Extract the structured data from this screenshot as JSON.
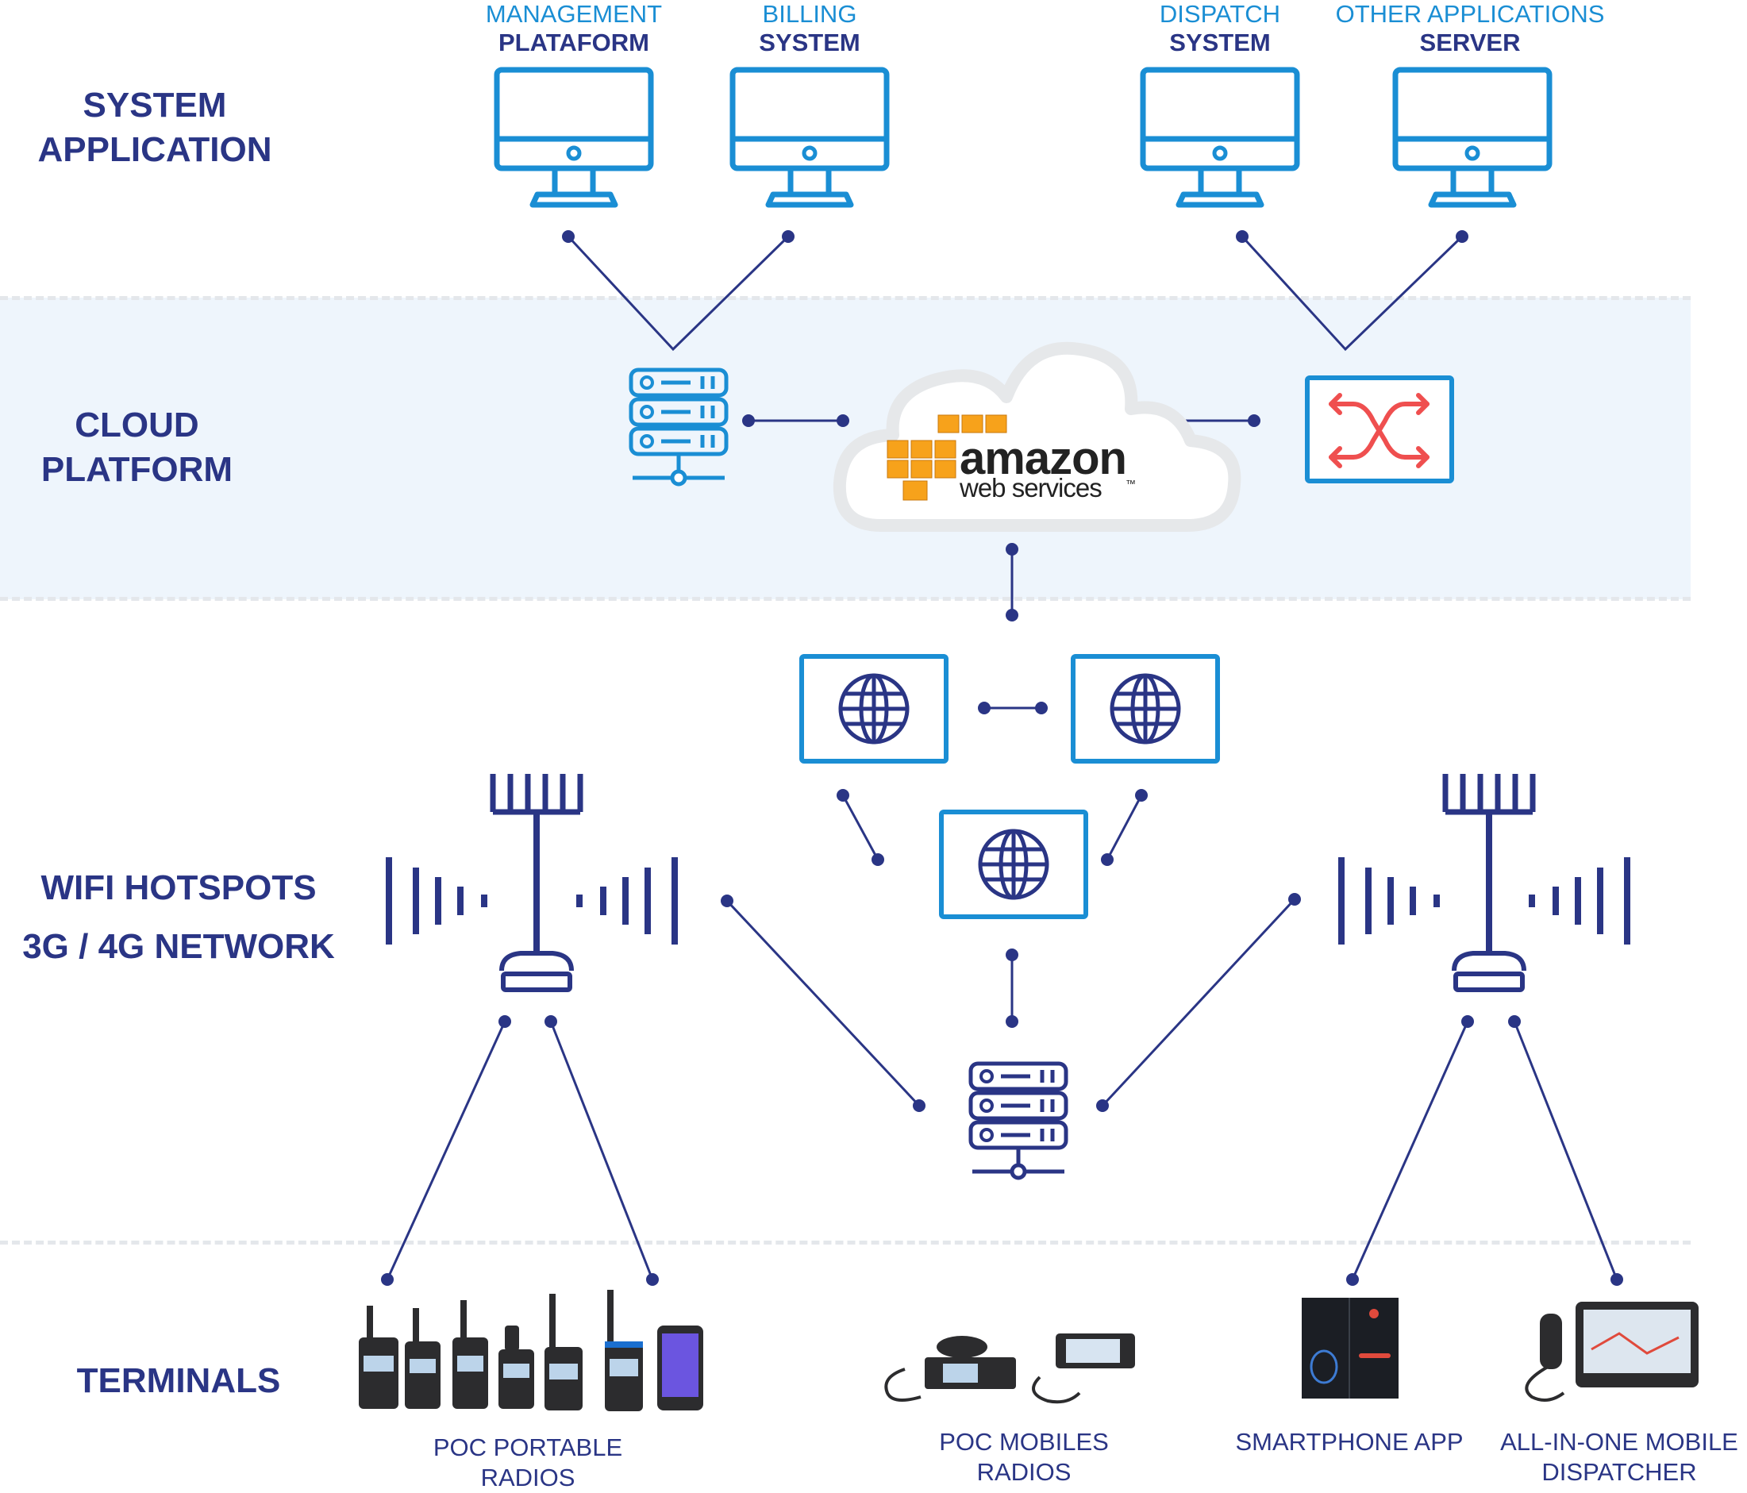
{
  "sections": {
    "system_application": [
      "SYSTEM",
      "APPLICATION"
    ],
    "cloud_platform": [
      "CLOUD",
      "PLATFORM"
    ],
    "network": [
      "WIFI HOTSPOTS",
      "3G / 4G NETWORK"
    ],
    "terminals": "TERMINALS"
  },
  "apps": [
    {
      "line1": "MANAGEMENT",
      "line2": "PLATAFORM"
    },
    {
      "line1": "BILLING",
      "line2": "SYSTEM"
    },
    {
      "line1": "DISPATCH",
      "line2": "SYSTEM"
    },
    {
      "line1": "OTHER APPLICATIONS",
      "line2": "SERVER"
    }
  ],
  "aws": {
    "word1": "amazon",
    "word2": "web services",
    "tm": "™"
  },
  "terminals": [
    {
      "line1": "POC PORTABLE",
      "line2": "RADIOS"
    },
    {
      "line1": "POC MOBILES",
      "line2": "RADIOS"
    },
    {
      "line1": "SMARTPHONE APP",
      "line2": ""
    },
    {
      "line1": "ALL-IN-ONE MOBILE",
      "line2": "DISPATCHER"
    }
  ],
  "colors": {
    "navy": "#2a3585",
    "blue": "#1a8ed4",
    "band": "#eef5fc",
    "switch_arrows": "#ef4f4f",
    "aws_orange": "#f7a21b"
  },
  "icons": [
    "monitor-icon",
    "server-icon",
    "cloud-icon",
    "switch-icon",
    "globe-icon",
    "antenna-tower-icon",
    "device-photo"
  ]
}
